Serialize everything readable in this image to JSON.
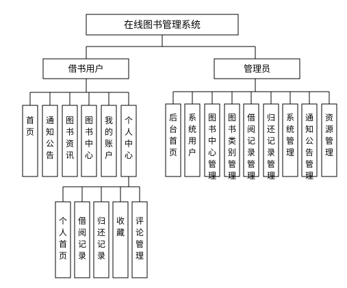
{
  "root": {
    "label": "在线图书管理系统"
  },
  "branches": [
    {
      "label": "借书用户",
      "children": [
        {
          "label": "首页"
        },
        {
          "label": "通知公告"
        },
        {
          "label": "图书资讯"
        },
        {
          "label": "图书中心"
        },
        {
          "label": "我的账户"
        },
        {
          "label": "个人中心",
          "children": [
            {
              "label": "个人首页"
            },
            {
              "label": "借阅记录"
            },
            {
              "label": "归还记录"
            },
            {
              "label": "收藏"
            },
            {
              "label": "评论管理"
            }
          ]
        }
      ]
    },
    {
      "label": "管理员",
      "children": [
        {
          "label": "后台首页"
        },
        {
          "label": "系统用户"
        },
        {
          "label": "图书中心管理"
        },
        {
          "label": "图书类别管理"
        },
        {
          "label": "借阅记录管理"
        },
        {
          "label": "归还记录管理"
        },
        {
          "label": "系统管理"
        },
        {
          "label": "通知公告管理"
        },
        {
          "label": "资源管理"
        }
      ]
    }
  ]
}
